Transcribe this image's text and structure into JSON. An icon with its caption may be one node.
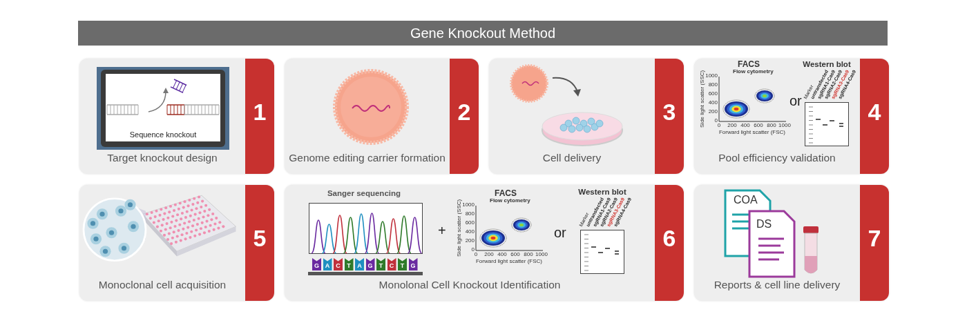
{
  "diagram": {
    "title": "Gene Knockout Method",
    "nodes": [
      {
        "text": [
          "Target knockout design",
          "1"
        ]
      },
      {
        "text": [
          "Genome editing carrier formation",
          "2"
        ]
      },
      {
        "text": [
          "Cell delivery",
          "3"
        ]
      },
      {
        "text": [
          "Pool efficiency validation",
          "4"
        ]
      },
      {
        "text": [
          "Monoclonal cell acquisition",
          "5"
        ]
      },
      {
        "text": [
          "Monolonal Cell Knockout Identification",
          "6"
        ]
      },
      {
        "text": [
          "Reports & cell line delivery",
          "7"
        ]
      }
    ],
    "labels": [
      "Sequence knockout",
      "FACS",
      "Flow cytometry",
      "1000",
      "800",
      "600",
      "400",
      "200",
      "0",
      "0",
      "200",
      "400",
      "600",
      "800",
      "1000",
      "Side light scatter (SSC)",
      "Forward light scatter (FSC)",
      "or",
      "Western blot",
      "Marker",
      "untransfected",
      "sgRNA1-Cas9",
      "sgRNA2-Cas9",
      "sgRNA3-Cas9",
      "sgRNA4-Cas9",
      "Sanger sequencing",
      "G",
      "A",
      "C",
      "T",
      "A",
      "G",
      "T",
      "C",
      "T",
      "G",
      "+",
      "FACS",
      "Flow cytometry",
      "1000",
      "800",
      "600",
      "400",
      "200",
      "0",
      "0",
      "200",
      "400",
      "600",
      "800",
      "1000",
      "Side light scatter (SSC)",
      "Forward light scatter (FSC)",
      "or",
      "Western blot",
      "Marker",
      "untransfected",
      "sgRNA1-Cas9",
      "sgRNA2-Cas9",
      "sgRNA3-Cas9",
      "sgRNA4-Cas9",
      "COA",
      "DS"
    ]
  }
}
